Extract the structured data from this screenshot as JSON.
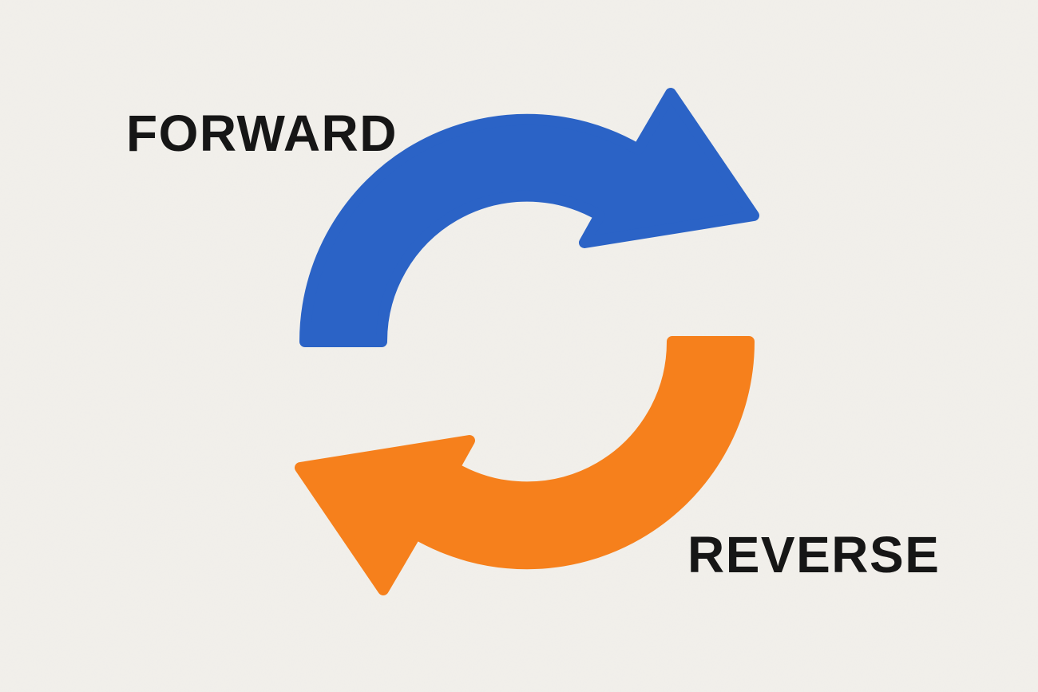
{
  "illustration": {
    "title": "Forward / Reverse cycle arrows",
    "labels": {
      "forward": "FORWARD",
      "reverse": "REVERSE"
    },
    "colors": {
      "background": "#f2f0eb",
      "forward_arrow": "#2b63c6",
      "reverse_arrow": "#f6801c",
      "label_text": "#161616"
    },
    "icons": {
      "forward": "curved-arrow-clockwise-pointing-right",
      "reverse": "curved-arrow-clockwise-pointing-left"
    }
  }
}
